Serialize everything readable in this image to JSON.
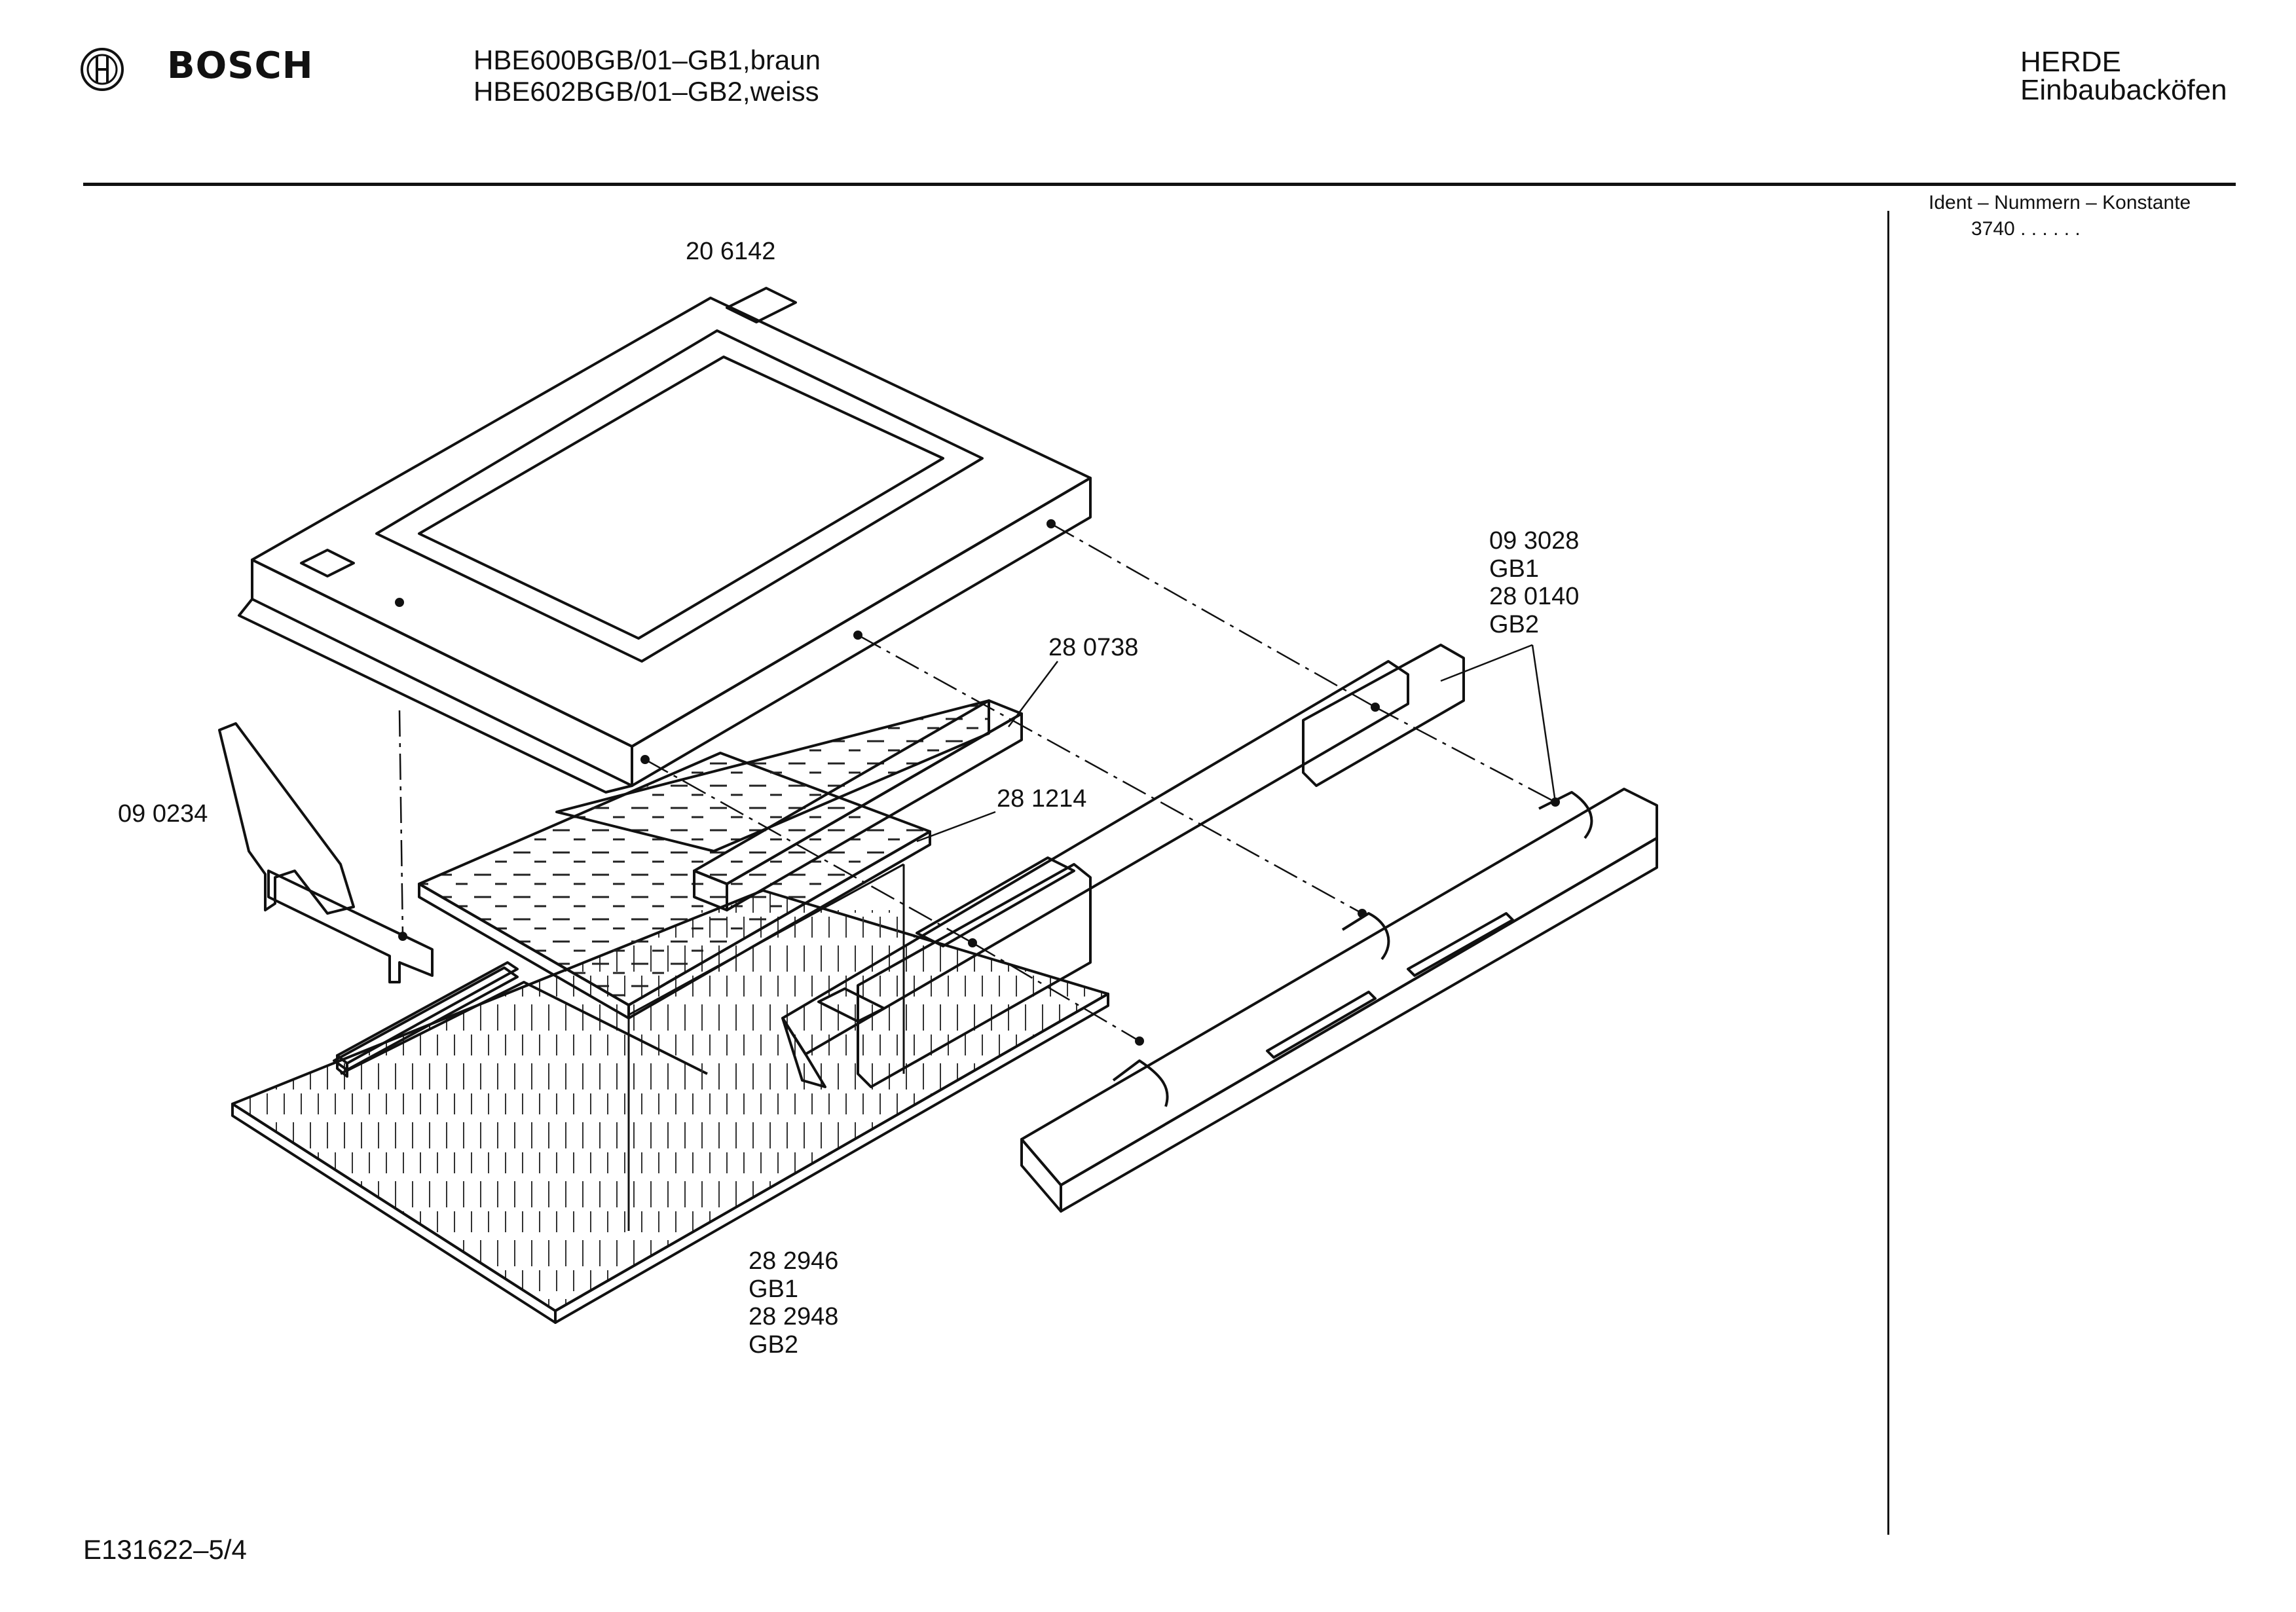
{
  "header": {
    "brand": "BOSCH",
    "models": [
      "HBE600BGB/01–GB1,braun",
      "HBE602BGB/01–GB2,weiss"
    ],
    "category": [
      "HERDE",
      "Einbaubacköfen"
    ],
    "ident_label": "Ident – Nummern – Konstante",
    "ident_value": "3740 . .   . . . ."
  },
  "icons": {
    "brand_logo": "bosch-armature-logo"
  },
  "parts": {
    "door_frame": "20 6142",
    "side_rail": [
      "09 3028",
      "GB1",
      "28 0140",
      "GB2"
    ],
    "glass_strip": "28 0738",
    "panel_insert": "28 1214",
    "hinge": "09 0234",
    "base_panel": [
      "28 2946",
      "GB1",
      "28 2948",
      "GB2"
    ]
  },
  "footer": {
    "doc_code": "E131622–5/4"
  }
}
